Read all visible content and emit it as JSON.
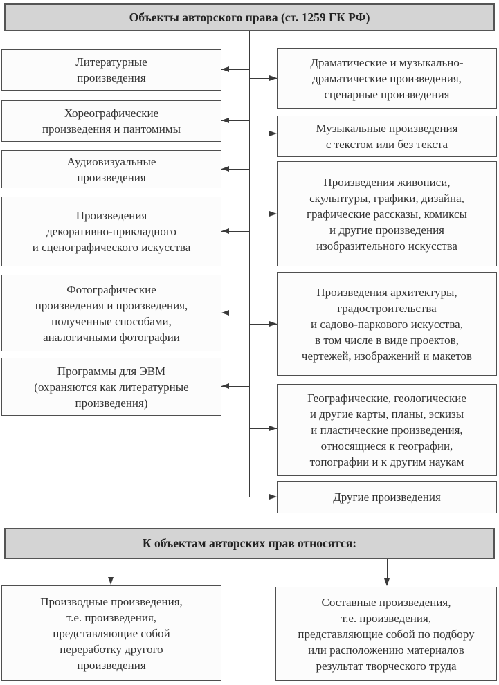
{
  "colors": {
    "bar_fill": "#d4d4d4",
    "box_fill": "#fcfcfc",
    "border": "#4f4f4f",
    "line": "#3a3a3a",
    "text": "#333333"
  },
  "top_header": {
    "title": "Объекты авторского права (ст. 1259 ГК РФ)"
  },
  "left_column": [
    {
      "text": "Литературные\nпроизведения"
    },
    {
      "text": "Хореографические\nпроизведения и пантомимы"
    },
    {
      "text": "Аудиовизуальные\nпроизведения"
    },
    {
      "text": "Произведения\nдекоративно-прикладного\nи сценографического искусства"
    },
    {
      "text": "Фотографические\nпроизведения и произведения,\nполученные способами,\nаналогичными фотографии"
    },
    {
      "text": "Программы для ЭВМ\n(охраняются как литературные\nпроизведения)"
    }
  ],
  "right_column": [
    {
      "text": "Драматические и музыкально-\nдраматические произведения,\nсценарные произведения"
    },
    {
      "text": "Музыкальные произведения\nс текстом или без текста"
    },
    {
      "text": "Произведения живописи,\nскульптуры, графики, дизайна,\nграфические рассказы, комиксы\nи другие произведения\nизобразительного искусства"
    },
    {
      "text": "Произведения архитектуры,\nградостроительства\nи садово-паркового искусства,\nв том числе в виде проектов,\nчертежей, изображений и макетов"
    },
    {
      "text": "Географические, геологические\nи другие карты, планы, эскизы\nи пластические произведения,\nотносящиеся к географии,\nтопографии и к другим наукам"
    },
    {
      "text": "Другие произведения"
    }
  ],
  "bottom_header": {
    "title": "К объектам авторских прав относятся:"
  },
  "bottom_items": [
    {
      "text": "Производные произведения,\nт.е. произведения,\nпредставляющие собой\nпереработку другого\nпроизведения"
    },
    {
      "text": "Составные произведения,\nт.е. произведения,\nпредставляющие собой по подбору\nили расположению материалов\nрезультат творческого труда"
    }
  ]
}
